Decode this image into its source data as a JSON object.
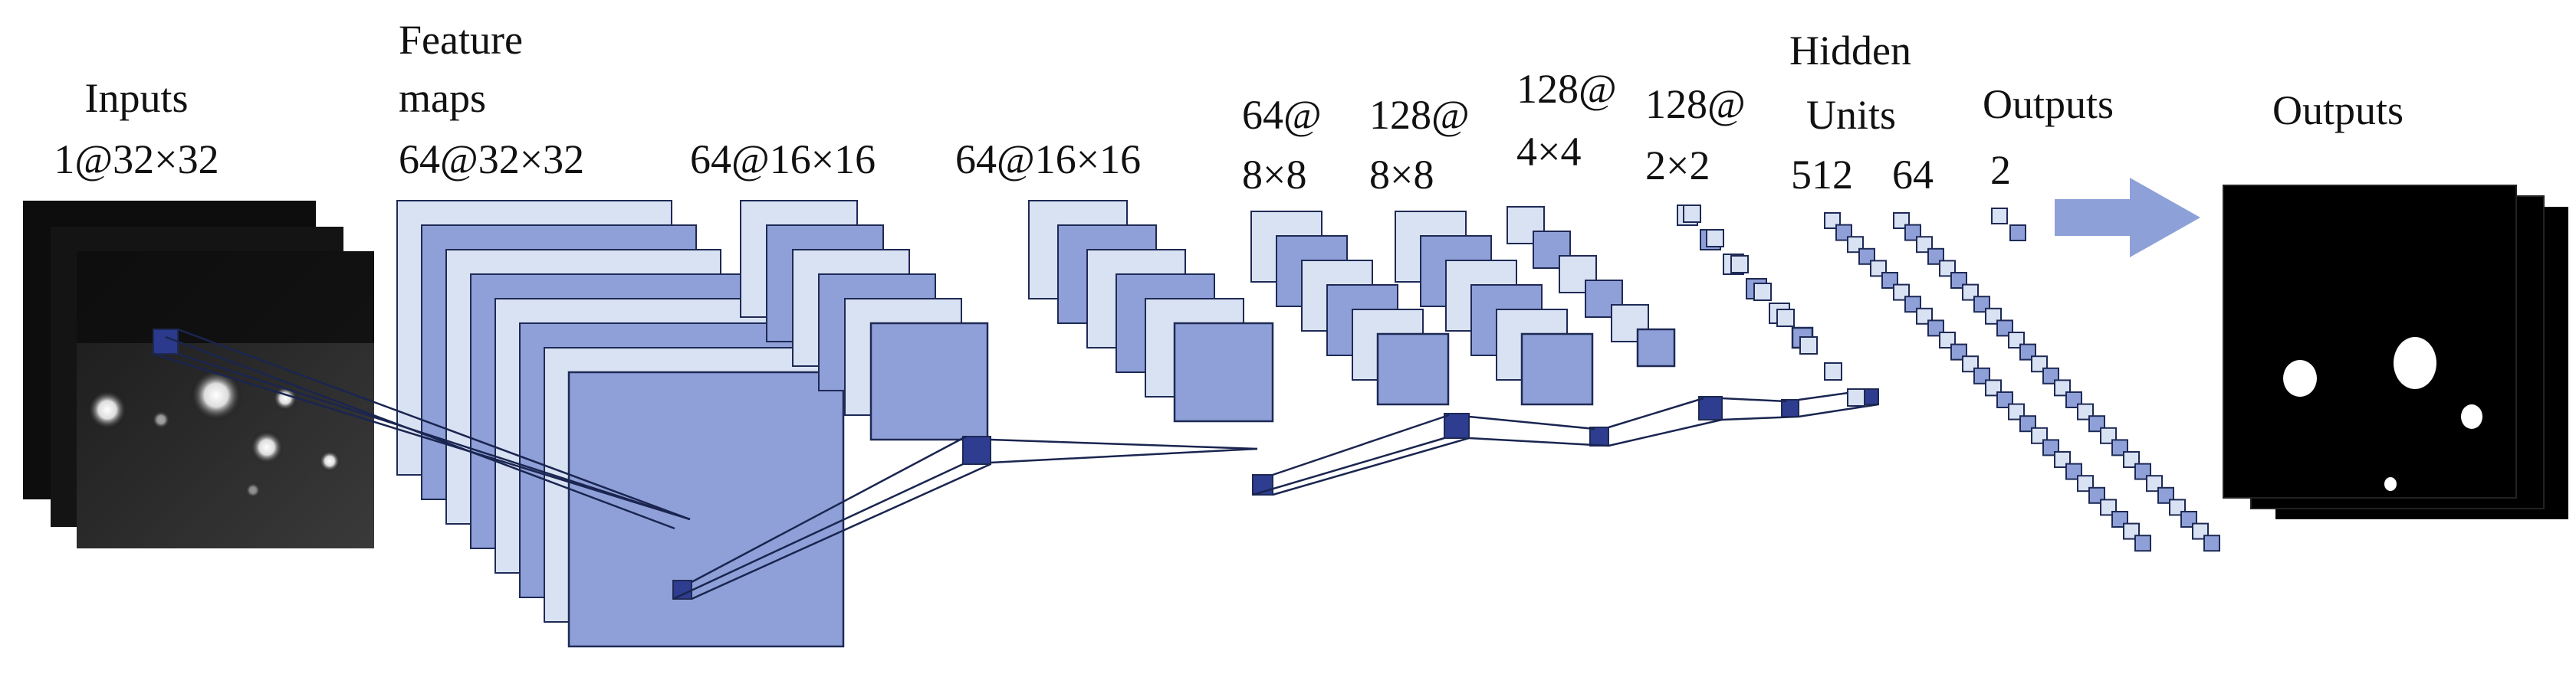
{
  "labels": {
    "inputs": {
      "line1": "Inputs",
      "line2": "1@32×32"
    },
    "feature_maps_1": {
      "line1": "Feature",
      "line2": "maps",
      "line3": "64@32×32"
    },
    "feature_maps_2": "64@16×16",
    "feature_maps_3": "64@16×16",
    "feature_maps_4": {
      "line1": "64@",
      "line2": "8×8"
    },
    "feature_maps_5": {
      "line1": "128@",
      "line2": "8×8"
    },
    "feature_maps_6": {
      "line1": "128@",
      "line2": "4×4"
    },
    "feature_maps_7": {
      "line1": "128@",
      "line2": "2×2"
    },
    "hidden_units": {
      "line1": "Hidden",
      "line2": "Units",
      "count_512": "512",
      "count_64": "64"
    },
    "outputs_small": {
      "line1": "Outputs",
      "line2": "2"
    },
    "outputs_final": "Outputs"
  },
  "colors": {
    "front": "#8fa0d8",
    "back": "#d9e2f3",
    "border": "#1e2a55",
    "kernel": "#2e3d8f",
    "line": "#1a2550",
    "arrow": "#8da1d8"
  },
  "icons": {
    "input_image": "grayscale-microscopy-stack",
    "output_image": "binary-segmentation-stack",
    "flow_arrow": "right-arrow-icon"
  }
}
